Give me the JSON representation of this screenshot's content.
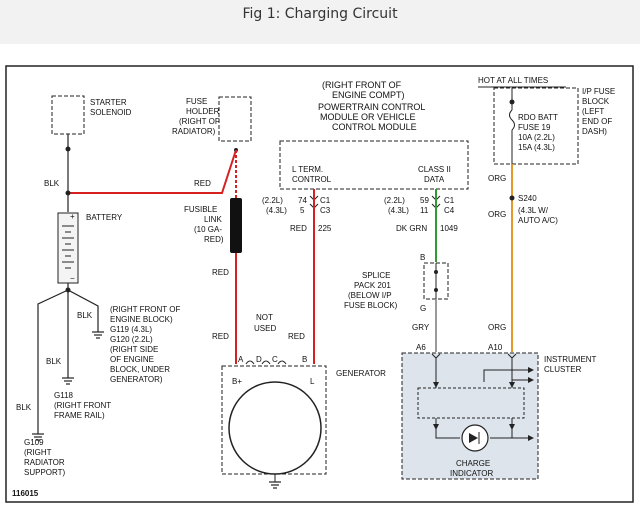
{
  "header": {
    "title": "Fig 1: Charging Circuit"
  },
  "colors": {
    "red_wire": "#d62020",
    "grn_wire": "#2f9a2f",
    "org_wire": "#e39a2a",
    "gry_wire": "#9a9a9a",
    "black_wire": "#222222",
    "panel": "#dde4ec"
  },
  "labels": {
    "starter_solenoid": [
      "STARTER",
      "SOLENOID"
    ],
    "fuse_holder": [
      "FUSE",
      "HOLDER",
      "(RIGHT OF",
      "RADIATOR)"
    ],
    "pcm_location": [
      "(RIGHT FRONT OF",
      "ENGINE COMPT)"
    ],
    "pcm_name": [
      "POWERTRAIN CONTROL",
      "MODULE OR VEHICLE",
      "CONTROL MODULE"
    ],
    "hot_at_all_times": "HOT AT ALL TIMES",
    "ip_fuse_block": [
      "I/P FUSE",
      "BLOCK",
      "(LEFT",
      "END OF",
      "DASH)"
    ],
    "rdo_batt": [
      "RDO BATT",
      "FUSE 19",
      "10A   (2.2L)",
      "15A   (4.3L)"
    ],
    "l_term": [
      "L TERM.",
      "CONTROL"
    ],
    "class2": [
      "CLASS II",
      "DATA"
    ],
    "pin_c1_left": "C1",
    "pin_c3": "C3",
    "pin_c1_right": "C1",
    "pin_c4": "C4",
    "pins_left": [
      "(2.2L)",
      "(4.3L)"
    ],
    "pins_left_nums": [
      "74",
      "5"
    ],
    "pins_right": [
      "(2.2L)",
      "(4.3L)"
    ],
    "pins_right_nums": [
      "59",
      "11"
    ],
    "red_225": "RED",
    "num_225": "225",
    "dk_grn": "DK GRN",
    "num_1049": "1049",
    "blk_top": "BLK",
    "red_top": "RED",
    "battery": "BATTERY",
    "fusible_link": [
      "FUSIBLE",
      "LINK",
      "(10 GA-",
      "RED)"
    ],
    "red_mid": "RED",
    "red_low": "RED",
    "red_right": "RED",
    "not_used": [
      "NOT",
      "USED"
    ],
    "terms_top": [
      "A",
      "D",
      "C",
      "B"
    ],
    "b_plus": "B+",
    "l_term_gen": "L",
    "generator": "GENERATOR",
    "blk_g119": "BLK",
    "g119_text": [
      "(RIGHT FRONT OF",
      "ENGINE BLOCK)",
      "G119   (4.3L)",
      "G120   (2.2L)",
      "(RIGHT SIDE",
      "OF ENGINE",
      "BLOCK, UNDER",
      "GENERATOR)"
    ],
    "blk_g118": "BLK",
    "g118_text": [
      "G118",
      "(RIGHT FRONT",
      "FRAME RAIL)"
    ],
    "blk_g109": "BLK",
    "g109_text": [
      "G109",
      "(RIGHT",
      "RADIATOR",
      "SUPPORT)"
    ],
    "splice_b": "B",
    "splice_g": "G",
    "splice_text": [
      "SPLICE",
      "PACK 201",
      "(BELOW I/P",
      "FUSE BLOCK)"
    ],
    "gry": "GRY",
    "a6": "A6",
    "org_top": "ORG",
    "org_mid": "ORG",
    "org_low": "ORG",
    "s240": "S240",
    "s240_text": [
      "(4.3L W/",
      "AUTO A/C)"
    ],
    "a10": "A10",
    "instrument_cluster": [
      "INSTRUMENT",
      "CLUSTER"
    ],
    "charge_indicator": [
      "CHARGE",
      "INDICATOR"
    ],
    "figure_id": "116015"
  }
}
